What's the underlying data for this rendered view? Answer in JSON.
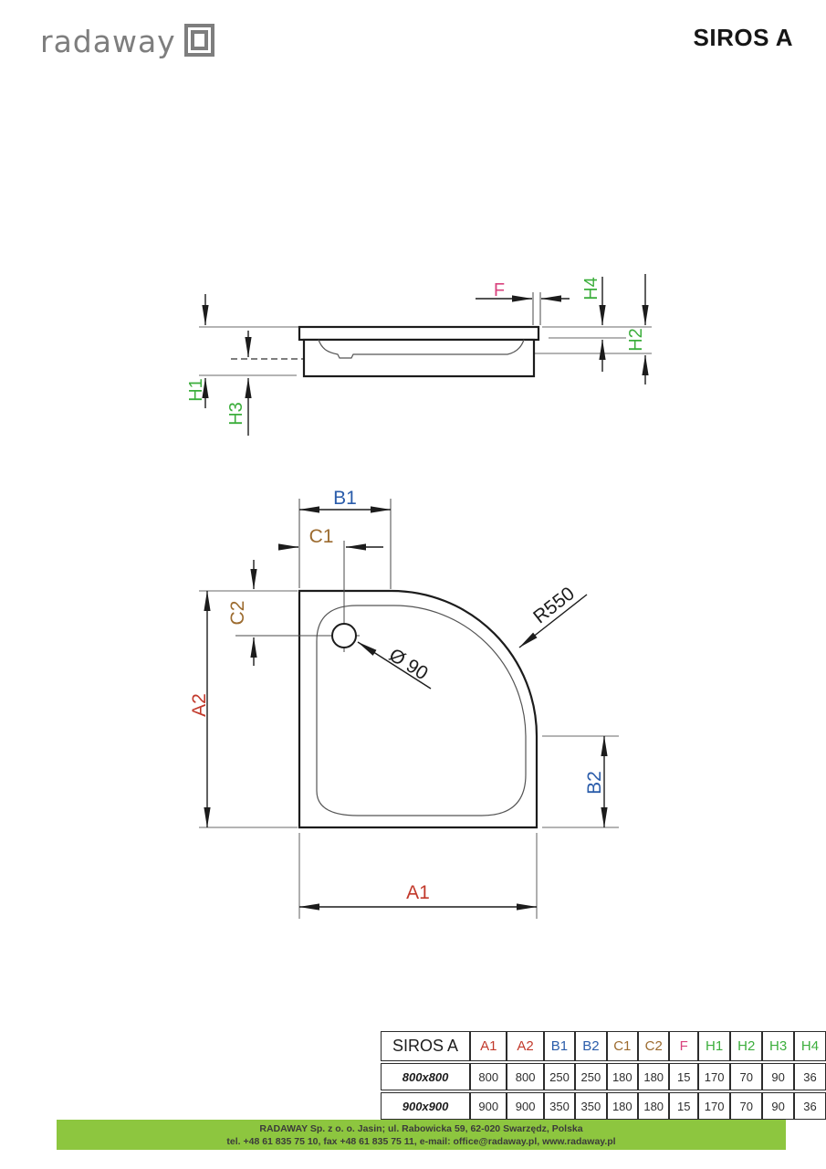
{
  "header": {
    "logo_text": "radaway",
    "title": "SIROS A"
  },
  "side_view": {
    "labels": {
      "f": "F",
      "h1": "H1",
      "h2": "H2",
      "h3": "H3",
      "h4": "H4"
    }
  },
  "plan_view": {
    "labels": {
      "a1": "A1",
      "a2": "A2",
      "b1": "B1",
      "b2": "B2",
      "c1": "C1",
      "c2": "C2",
      "radius": "R550",
      "diameter": "Ø 90"
    }
  },
  "table": {
    "name_header": "SIROS A",
    "columns": [
      "A1",
      "A2",
      "B1",
      "B2",
      "C1",
      "C2",
      "F",
      "H1",
      "H2",
      "H3",
      "H4"
    ],
    "rows": [
      {
        "name": "800x800",
        "values": [
          800,
          800,
          250,
          250,
          180,
          180,
          15,
          170,
          70,
          90,
          36
        ]
      },
      {
        "name": "900x900",
        "values": [
          900,
          900,
          350,
          350,
          180,
          180,
          15,
          170,
          70,
          90,
          36
        ]
      }
    ]
  },
  "footer": {
    "line1": "RADAWAY Sp. z o. o. Jasin; ul. Rabowicka 59, 62-020 Swarzędz, Polska",
    "line2": "tel. +48 61 835 75 10, fax +48 61 835 75 11, e-mail: office@radaway.pl, www.radaway.pl"
  },
  "colors": {
    "dim_a": "#c2392b",
    "dim_b": "#2a5caa",
    "dim_c": "#9c6b2f",
    "dim_f": "#d9437e",
    "dim_h": "#3cae3c",
    "footer_bar": "#8dc63f",
    "logo_gray": "#7e7e7e",
    "line_black": "#1c1c1c"
  }
}
